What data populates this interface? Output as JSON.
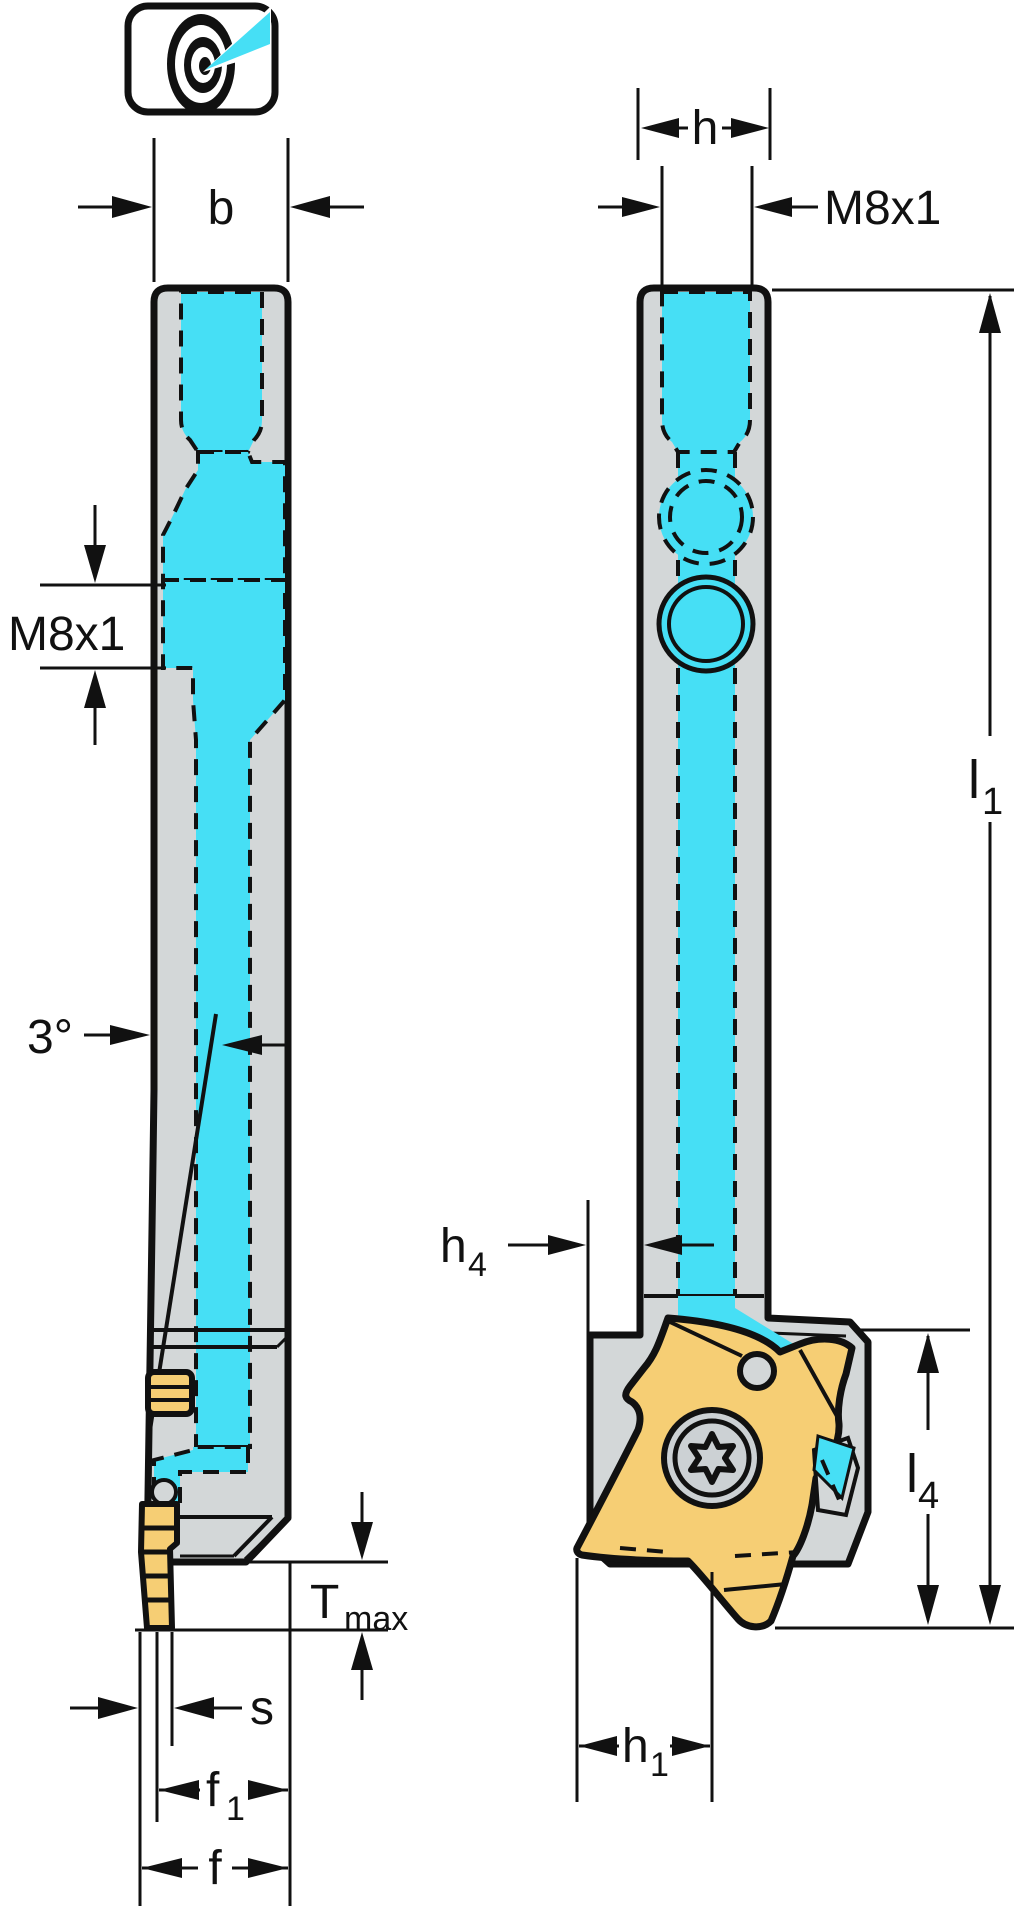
{
  "figure": {
    "type": "technical-drawing",
    "description": "Grooving / parting tool holder shown in two orthogonal views with coolant channels and dimension annotations",
    "icon": "precision-coolant-target-icon",
    "colors": {
      "coolant": "#46dff5",
      "body": "#d3d7d8",
      "insert": "#f6ce74",
      "outline": "#111111",
      "background": "#ffffff"
    }
  },
  "dimensions": {
    "b": {
      "label": "b"
    },
    "m8_left": {
      "label": "M8x1"
    },
    "angle": {
      "label": "3°"
    },
    "tmax": {
      "label": "T",
      "sub": "max"
    },
    "s": {
      "label": "s"
    },
    "f1": {
      "label": "f",
      "sub": "1"
    },
    "f": {
      "label": "f"
    },
    "h": {
      "label": "h"
    },
    "m8_right": {
      "label": "M8x1"
    },
    "l1": {
      "label": "l",
      "sub": "1"
    },
    "h4": {
      "label": "h",
      "sub": "4"
    },
    "l4": {
      "label": "l",
      "sub": "4"
    },
    "h1": {
      "label": "h",
      "sub": "1"
    }
  }
}
